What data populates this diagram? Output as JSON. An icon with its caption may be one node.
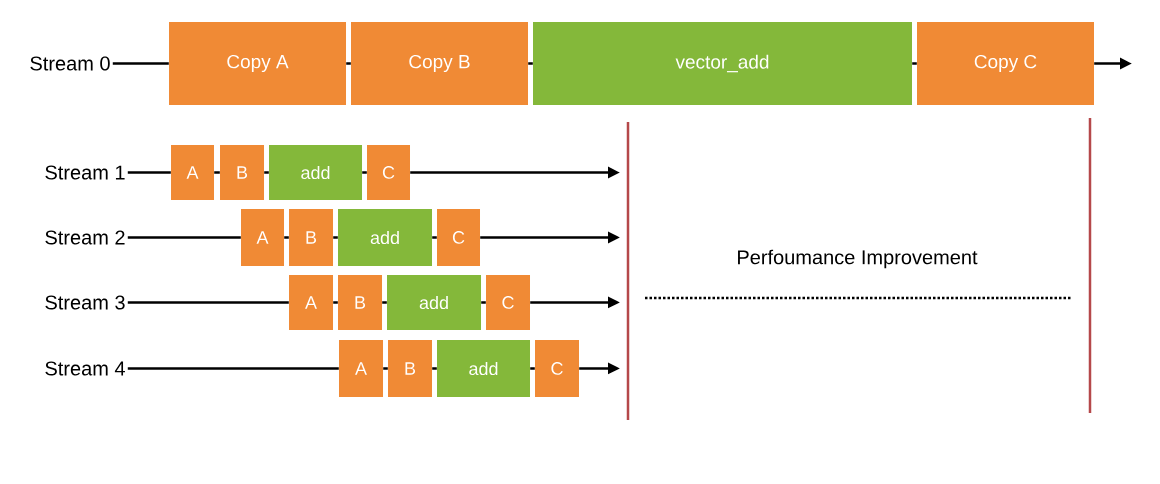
{
  "diagram": {
    "nodes": [
      {
        "text": [
          "Stream 0"
        ]
      },
      {
        "text": [
          "Copy A"
        ]
      },
      {
        "text": [
          "Copy B"
        ]
      },
      {
        "text": [
          "vector_add"
        ]
      },
      {
        "text": [
          "Copy C"
        ]
      },
      {
        "text": [
          "Stream 1"
        ]
      },
      {
        "text": [
          "A"
        ]
      },
      {
        "text": [
          "B"
        ]
      },
      {
        "text": [
          "add"
        ]
      },
      {
        "text": [
          "C"
        ]
      },
      {
        "text": [
          "Stream 2"
        ]
      },
      {
        "text": [
          "A"
        ]
      },
      {
        "text": [
          "B"
        ]
      },
      {
        "text": [
          "add"
        ]
      },
      {
        "text": [
          "C"
        ]
      },
      {
        "text": [
          "Stream 3"
        ]
      },
      {
        "text": [
          "A"
        ]
      },
      {
        "text": [
          "B"
        ]
      },
      {
        "text": [
          "add"
        ]
      },
      {
        "text": [
          "C"
        ]
      },
      {
        "text": [
          "Stream 4"
        ]
      },
      {
        "text": [
          "A"
        ]
      },
      {
        "text": [
          "B"
        ]
      },
      {
        "text": [
          "add"
        ]
      },
      {
        "text": [
          "C"
        ]
      }
    ],
    "edges": [
      {
        "from": 0,
        "to": 1,
        "arrow": "none"
      },
      {
        "from": 1,
        "to": 2,
        "arrow": "none"
      },
      {
        "from": 2,
        "to": 3,
        "arrow": "none"
      },
      {
        "from": 3,
        "to": 4,
        "arrow": "none"
      },
      {
        "from": 4,
        "to": null,
        "arrow": "to"
      },
      {
        "from": 5,
        "to": 6,
        "arrow": "none"
      },
      {
        "from": 6,
        "to": 7,
        "arrow": "none"
      },
      {
        "from": 7,
        "to": 8,
        "arrow": "none"
      },
      {
        "from": 8,
        "to": 9,
        "arrow": "none"
      },
      {
        "from": 9,
        "to": null,
        "arrow": "to"
      },
      {
        "from": 10,
        "to": 11,
        "arrow": "none"
      },
      {
        "from": 11,
        "to": 12,
        "arrow": "none"
      },
      {
        "from": 12,
        "to": 13,
        "arrow": "none"
      },
      {
        "from": 13,
        "to": 14,
        "arrow": "none"
      },
      {
        "from": 14,
        "to": null,
        "arrow": "to"
      },
      {
        "from": 15,
        "to": 16,
        "arrow": "none"
      },
      {
        "from": 16,
        "to": 17,
        "arrow": "none"
      },
      {
        "from": 17,
        "to": 18,
        "arrow": "none"
      },
      {
        "from": 18,
        "to": 19,
        "arrow": "none"
      },
      {
        "from": 19,
        "to": null,
        "arrow": "to"
      },
      {
        "from": 20,
        "to": 21,
        "arrow": "none"
      },
      {
        "from": 21,
        "to": 22,
        "arrow": "none"
      },
      {
        "from": 22,
        "to": 23,
        "arrow": "none"
      },
      {
        "from": 23,
        "to": 24,
        "arrow": "none"
      },
      {
        "from": 24,
        "to": null,
        "arrow": "to"
      }
    ],
    "labels": [
      "Perfoumance Improvement"
    ]
  }
}
